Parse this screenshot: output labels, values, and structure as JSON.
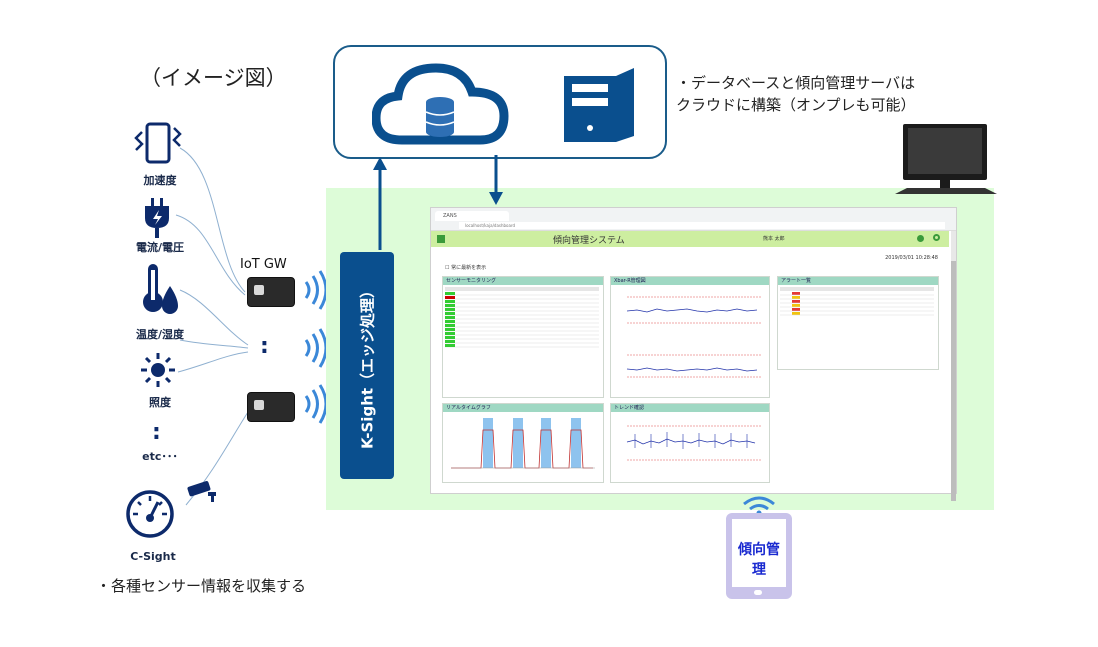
{
  "caption_top": "（イメージ図）",
  "caption_bottom": "・各種センサー情報を収集する",
  "cloud_caption": {
    "line1": "・データベースと傾向管理サーバは",
    "line2": "クラウドに構築（オンプレも可能）"
  },
  "sensors": [
    {
      "label": "加速度",
      "icon": "vibration-phone-icon"
    },
    {
      "label": "電流/電圧",
      "icon": "plug-icon"
    },
    {
      "label": "温度/湿度",
      "icon": "thermometer-drop-icon"
    },
    {
      "label": "照度",
      "icon": "sun-icon"
    },
    {
      "label": "etc･･･",
      "icon": "vertical-dots"
    },
    {
      "label": "C-Sight",
      "icon": "gauge-icon"
    }
  ],
  "gateway_label": "IoT GW",
  "gateway_dots": ":",
  "sensor_dots": ":",
  "ksight_label": "K-Sight（エッジ処理）",
  "app": {
    "tab": "ZANS",
    "url": "localhost/kaja/dashboard",
    "title": "傾向管理システム",
    "user": "熊本 太郎",
    "datetime": "2019/03/01 10:28:48",
    "checkbox": "常に最新を表示",
    "panels": {
      "sensor_monitoring": "センサーモニタリング",
      "xbar_r": "Xbar-R管理図",
      "alert_list": "アラート一覧",
      "realtime": "リアルタイムグラフ",
      "trend": "トレンド確認"
    }
  },
  "tablet_label": "傾向管理",
  "colors": {
    "navy": "#0d2a6b",
    "ksight": "#0a4f8e",
    "green_area": "#ddfcd8",
    "app_header": "#cdeea0",
    "tablet": "#c9c3ea",
    "tablet_text": "#1a2ad0"
  }
}
